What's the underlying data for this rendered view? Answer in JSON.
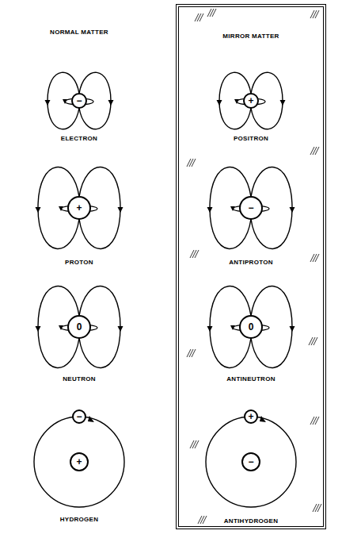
{
  "diagram": {
    "nodes": [
      {
        "text": [
          "−"
        ]
      },
      {
        "text": [
          "+"
        ]
      },
      {
        "text": [
          "0"
        ]
      },
      {
        "text": [
          "−"
        ]
      },
      {
        "text": [
          "+"
        ]
      },
      {
        "text": [
          "MIRROR MATTER"
        ]
      },
      {
        "text": [
          "+"
        ],
        "in": 5
      },
      {
        "text": [
          "−"
        ],
        "in": 5
      },
      {
        "text": [
          "0"
        ],
        "in": 5
      },
      {
        "text": [
          "+"
        ],
        "in": 5
      },
      {
        "text": [
          "−"
        ],
        "in": 5
      }
    ],
    "labels": [
      "NORMAL MATTER",
      "ELECTRON",
      "PROTON",
      "NEUTRON",
      "HYDROGEN",
      "POSITRON",
      "ANTIPROTON",
      "ANTINEUTRON",
      "ANTIHYDROGEN"
    ]
  }
}
